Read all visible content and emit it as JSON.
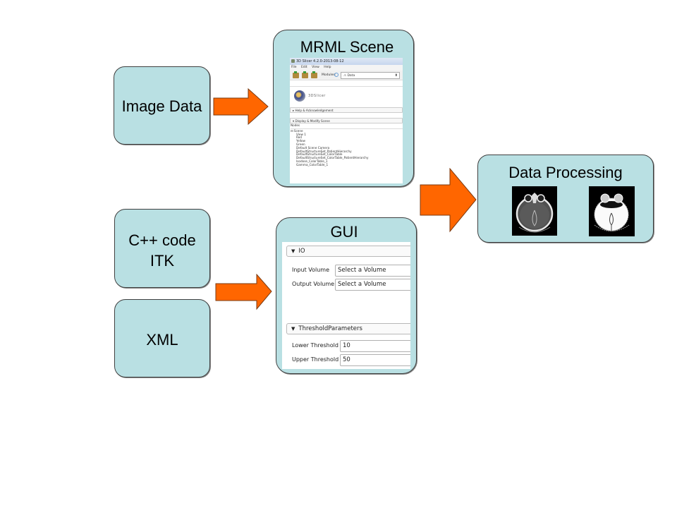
{
  "diagram": {
    "nodes": {
      "image_data": {
        "label": "Image Data"
      },
      "cpp_code": {
        "label_line1": "C++ code",
        "label_line2": "ITK"
      },
      "xml": {
        "label": "XML"
      },
      "mrml_scene": {
        "label": "MRML Scene"
      },
      "gui": {
        "label": "GUI"
      },
      "data_processing": {
        "label": "Data Processing"
      }
    },
    "arrows": [
      {
        "from": "image_data",
        "to": "mrml_scene"
      },
      {
        "from": "cpp_code+xml",
        "to": "gui"
      },
      {
        "from": "mrml_scene+gui",
        "to": "data_processing"
      }
    ],
    "colors": {
      "box_fill": "#b9e0e3",
      "box_border": "#404040",
      "arrow_fill": "#ff6600",
      "arrow_border": "#7a3a10"
    }
  },
  "slicer_window": {
    "title": "3D Slicer 4.2.0-2013-08-12",
    "menu": [
      "File",
      "Edit",
      "View",
      "Help"
    ],
    "toolbar_icons": [
      "load-data-icon",
      "load-dicom-icon",
      "save-icon"
    ],
    "modules_label": "Modules:",
    "module_selected": "⚠ Data",
    "logo_text": "3DSlicer",
    "sections": [
      {
        "label": "Help & Acknowledgement",
        "expanded": false
      },
      {
        "label": "Display & Modify Scene",
        "expanded": true
      }
    ],
    "tree_header": "Nodes",
    "tree_root": "Scene",
    "tree_children": [
      "View 1",
      "Red",
      "Yellow",
      "Green",
      "Default Scene Camera",
      "DefaultStructureSet_PatientHierarchy",
      "DefaultStructureSet_ColorTable",
      "DefaultStructureSet_ColorTable_PatientHierarchy",
      "Isodose_ColorTable_1",
      "Gamma_ColorTable_1"
    ]
  },
  "gui_panel": {
    "io_section": "IO",
    "input_volume_label": "Input Volume",
    "input_volume_value": "Select a Volume",
    "output_volume_label": "Output Volume",
    "output_volume_value": "Select a Volume",
    "threshold_section": "ThresholdParameters",
    "lower_threshold_label": "Lower Threshold",
    "lower_threshold_value": "10",
    "upper_threshold_label": "Upper Threshold",
    "upper_threshold_value": "50"
  },
  "data_processing_images": [
    {
      "name": "ct-scan-original",
      "kind": "original"
    },
    {
      "name": "ct-scan-thresholded",
      "kind": "thresholded"
    }
  ]
}
